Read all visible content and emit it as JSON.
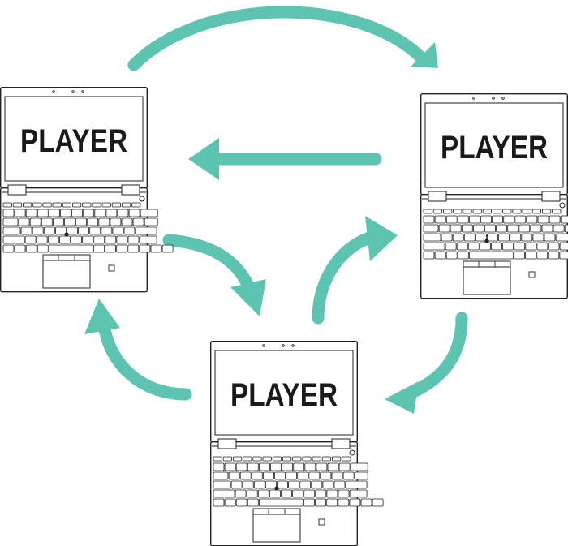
{
  "diagram": {
    "arrow_color": "#5cc4b0",
    "line_color": "#222222",
    "laptops": [
      {
        "id": "left",
        "screen_label": "PLAYER"
      },
      {
        "id": "right",
        "screen_label": "PLAYER"
      },
      {
        "id": "bottom",
        "screen_label": "PLAYER"
      }
    ]
  }
}
